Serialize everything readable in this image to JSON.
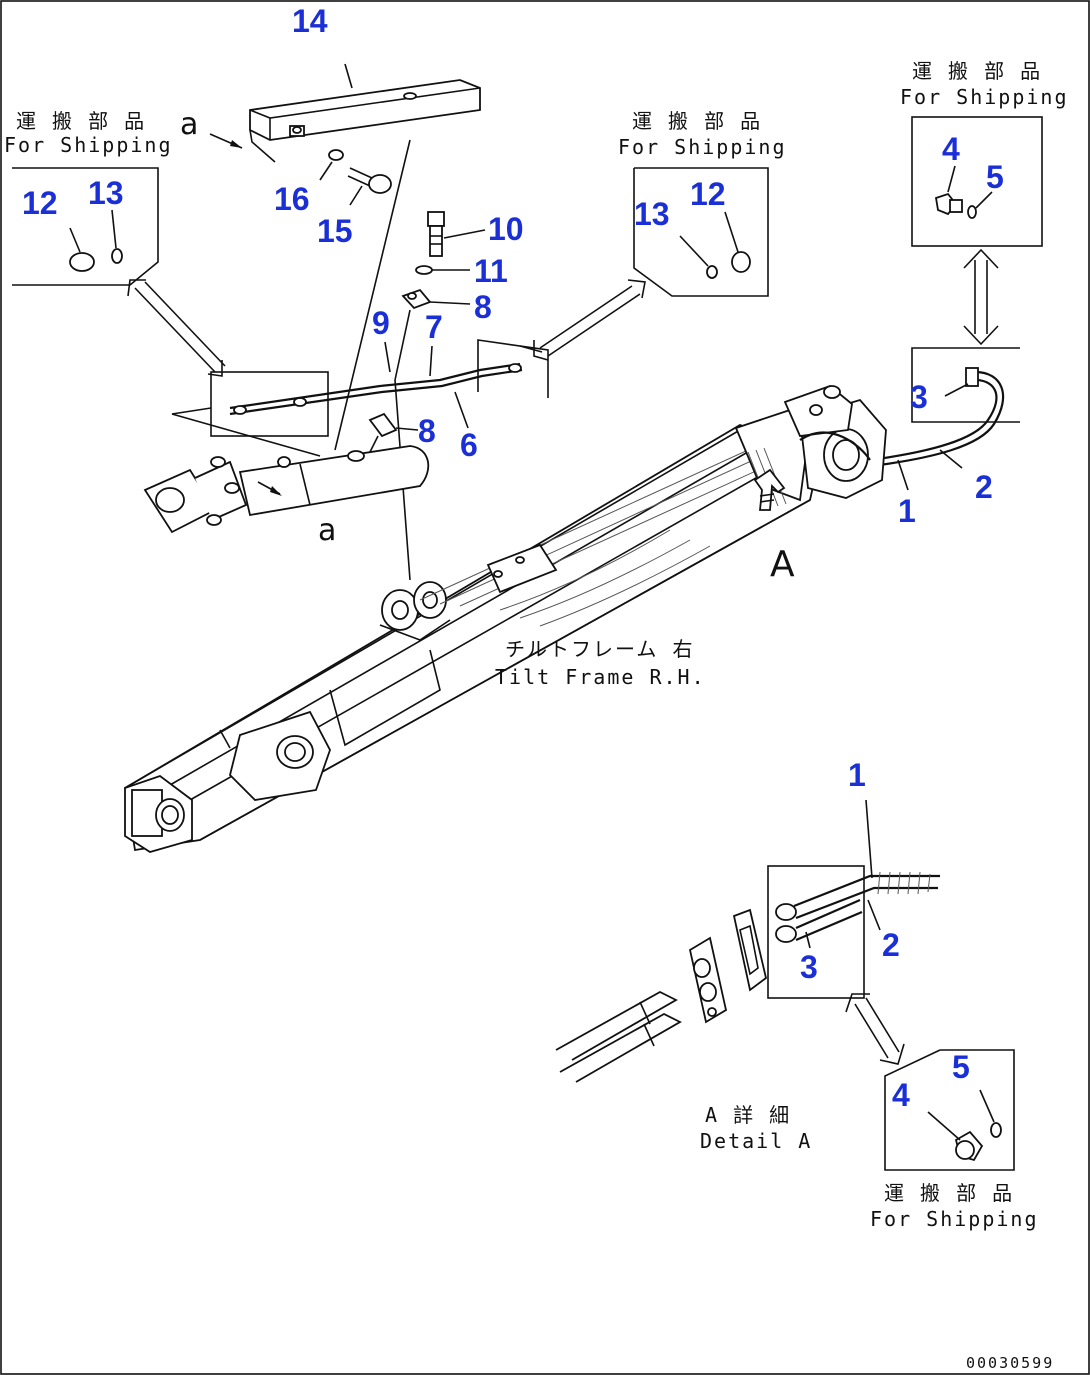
{
  "callouts": {
    "c14": "14",
    "c16": "16",
    "c15": "15",
    "c10": "10",
    "c11": "11",
    "c8a": "8",
    "c9": "9",
    "c7": "7",
    "c6": "6",
    "c8b": "8",
    "c12a": "12",
    "c13a": "13",
    "c13b": "13",
    "c12b": "12",
    "c4a": "4",
    "c5a": "5",
    "c3a": "3",
    "c2a": "2",
    "c1a": "1",
    "c1b": "1",
    "c2b": "2",
    "c3b": "3",
    "c4b": "4",
    "c5b": "5"
  },
  "labels": {
    "shipping_jp": "運 搬 部 品",
    "shipping_en": "For Shipping",
    "tilt_frame_jp": "チルトフレーム 右",
    "tilt_frame_en": "Tilt Frame R.H.",
    "detail_jp": "A 詳 細",
    "detail_en": "Detail A",
    "ref_a": "a",
    "ref_A": "A",
    "drawing_no": "00030599"
  }
}
